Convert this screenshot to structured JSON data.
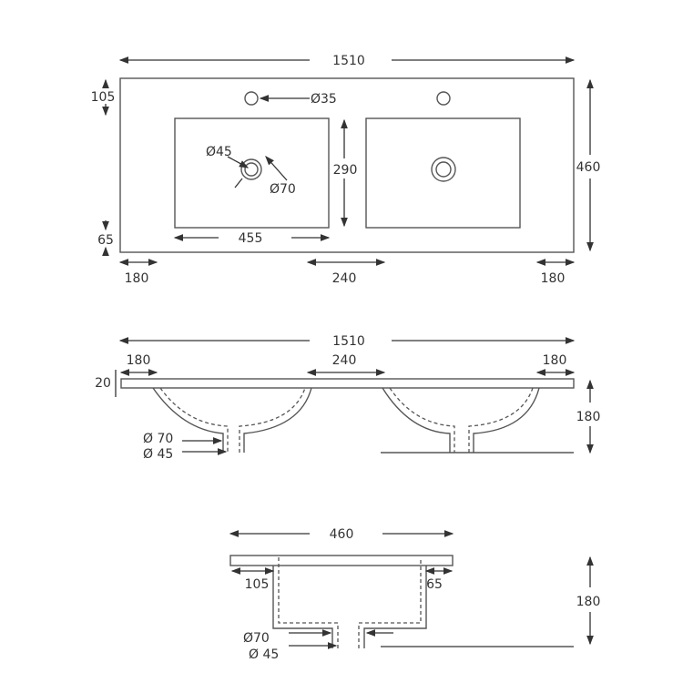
{
  "top_view": {
    "overall_width": "1510",
    "overall_depth": "460",
    "front_to_tap": "105",
    "tap_hole": "Ø35",
    "drain_inner": "Ø45",
    "drain_outer": "Ø70",
    "basin_depth": "290",
    "basin_width": "455",
    "back_margin": "65",
    "left_edge": "180",
    "center_gap": "240",
    "right_edge": "180"
  },
  "side_view": {
    "overall_width": "1510",
    "left_edge": "180",
    "center_gap": "240",
    "right_edge": "180",
    "thickness": "20",
    "height": "180",
    "drain_outer": "Ø 70",
    "drain_inner": "Ø 45"
  },
  "end_view": {
    "depth": "460",
    "front_offset": "105",
    "back_offset": "65",
    "height": "180",
    "drain_outer": "Ø70",
    "drain_inner": "Ø 45"
  }
}
